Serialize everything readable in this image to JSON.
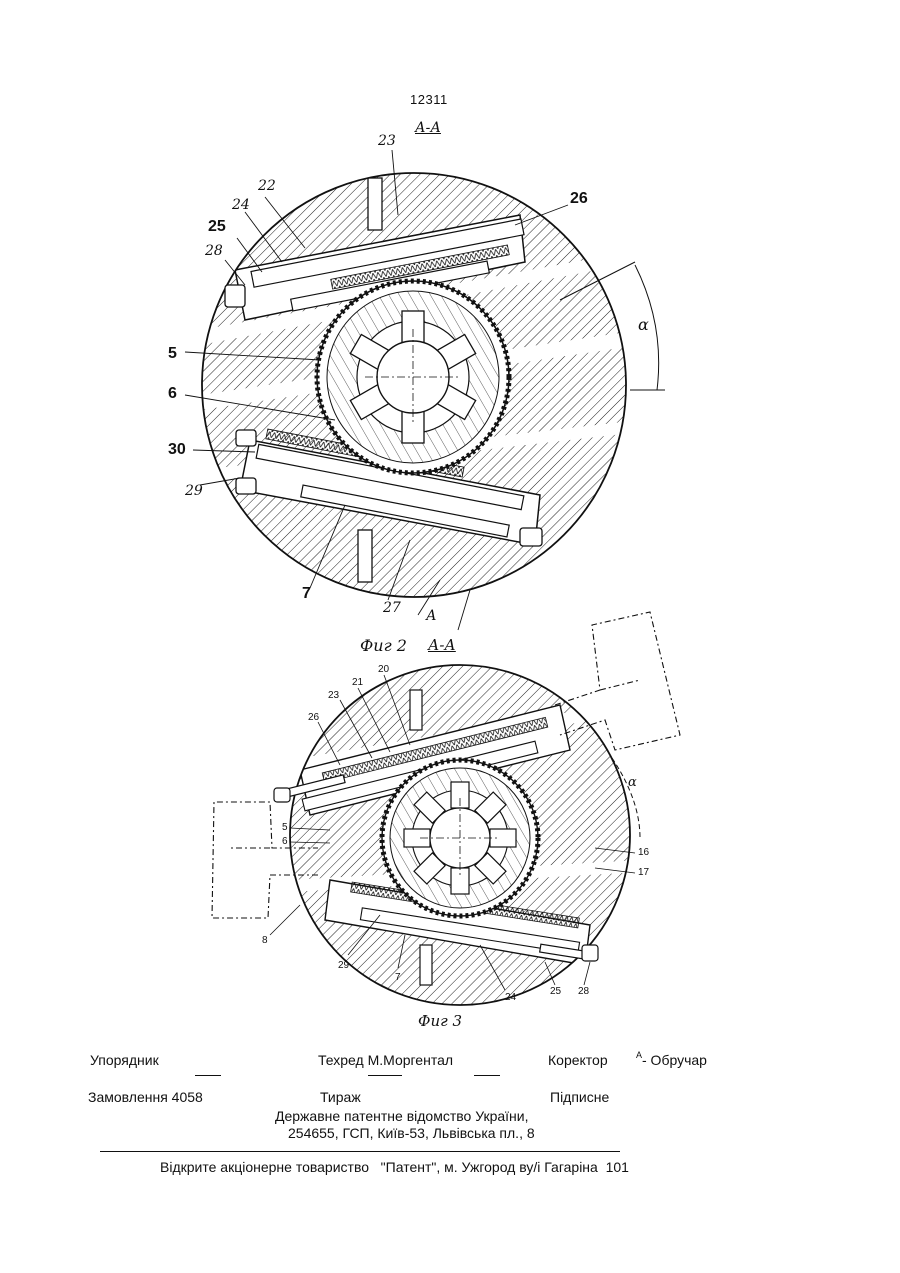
{
  "page_number": "12311",
  "fig2": {
    "section_label": "А-А",
    "caption": "Фиг 2",
    "cut_label": "А-А",
    "arrow_label": "А",
    "angle_label": "α",
    "callouts": {
      "c23": "23",
      "c22": "22",
      "c24": "24",
      "c25": "25",
      "c26": "26",
      "c28": "28",
      "c5": "5",
      "c6": "6",
      "c30": "30",
      "c29": "29",
      "c7": "7",
      "c27": "27"
    }
  },
  "fig3": {
    "caption": "Фиг 3",
    "angle_label": "α",
    "callouts": {
      "c20": "20",
      "c21": "21",
      "c23": "23",
      "c26": "26",
      "c5": "5",
      "c6": "6",
      "c16": "16",
      "c17": "17",
      "c8": "8",
      "c29": "29",
      "c7": "7",
      "c24": "24",
      "c25": "25",
      "c28": "28"
    }
  },
  "footer": {
    "compiler": "Упорядник",
    "techred": "Техред М.Моргентал",
    "corrector_label": "Коректор",
    "corrector_mark": "А",
    "corrector_name": "- Обручар",
    "order": "Замовлення 4058",
    "circulation": "Тираж",
    "subscription": "Підписне",
    "office_line1": "Державне патентне відомство України,",
    "office_line2": "254655, ГСП, Київ-53, Львівська пл., 8",
    "publisher": "Відкрите акціонерне товариство   \"Патент\", м. Ужгород ву/і Гагаріна  101"
  }
}
